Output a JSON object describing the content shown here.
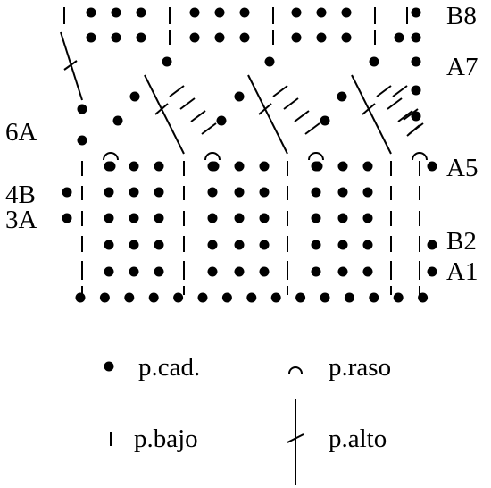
{
  "row_labels": {
    "b8": "B8",
    "a7": "A7",
    "a6": "6A",
    "a5": "A5",
    "b4": "4B",
    "a3": "3A",
    "b2": "B2",
    "a1": "A1"
  },
  "legend": [
    {
      "symbol": "chain-stitch",
      "label": "p.cad."
    },
    {
      "symbol": "slip-stitch",
      "label": "p.raso"
    },
    {
      "symbol": "single-crochet",
      "label": "p.bajo"
    },
    {
      "symbol": "double-crochet",
      "label": "p.alto"
    }
  ]
}
